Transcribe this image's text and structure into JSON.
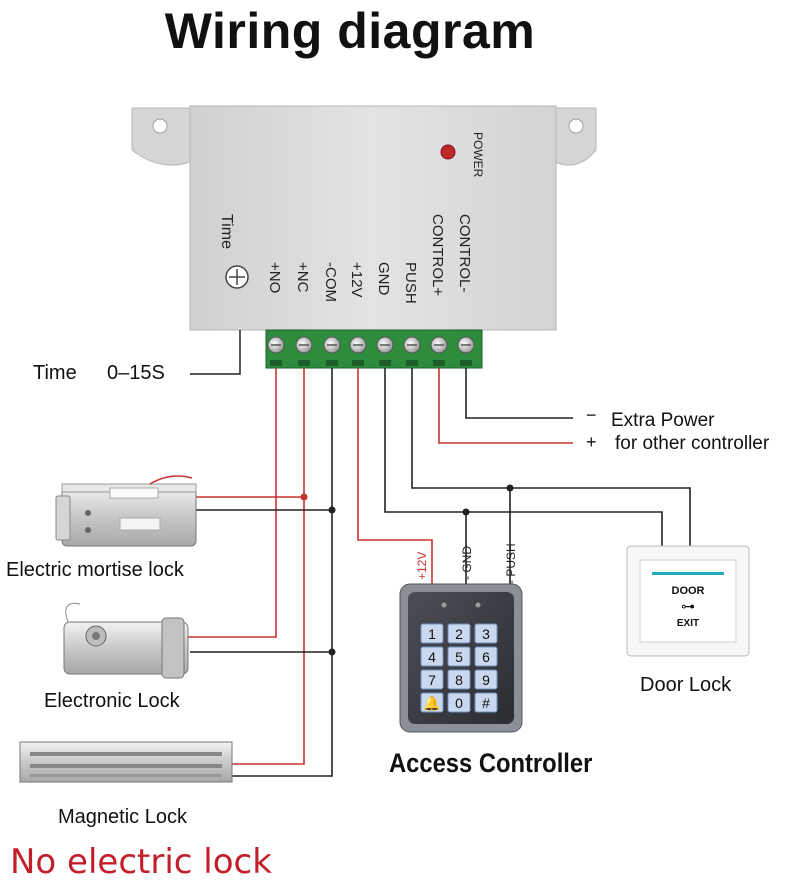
{
  "title": "Wiring diagram",
  "controller": {
    "power_label": "POWER",
    "time_label": "Time",
    "terminals": [
      "+NO",
      "+NC",
      "-COM",
      "+12V",
      "GND",
      "PUSH",
      "CONTROL+",
      "CONTROL-"
    ]
  },
  "time_range": {
    "label": "Time",
    "value": "0–15S"
  },
  "extra_power": {
    "minus": "−",
    "plus": "+",
    "line1": "Extra Power",
    "line2": "for other controller"
  },
  "locks": {
    "mortise": "Electric mortise lock",
    "electronic": "Electronic Lock",
    "magnetic": "Magnetic Lock"
  },
  "access_controller": {
    "label": "Access Controller",
    "wire_labels": [
      "+12V",
      "- GND",
      "- PUSH"
    ],
    "keys": [
      "1",
      "2",
      "3",
      "4",
      "5",
      "6",
      "7",
      "8",
      "9",
      "🔔",
      "0",
      "#"
    ]
  },
  "door_lock": {
    "label": "Door Lock",
    "button_top": "DOOR",
    "button_bottom": "EXIT"
  },
  "footer": "No electric lock",
  "colors": {
    "red_wire": "#c8332f",
    "black_wire": "#222222",
    "footer": "#c21f2a",
    "box": "#dadbdd"
  }
}
